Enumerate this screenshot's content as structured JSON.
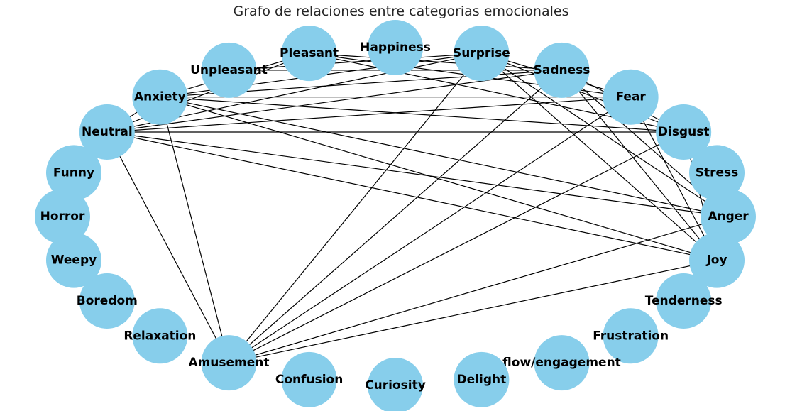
{
  "title": "Grafo de relaciones entre categorias emocionales",
  "colors": {
    "node_fill": "#87CEEB",
    "edge": "#000000",
    "label": "#000000"
  },
  "nodes": [
    {
      "id": "Happiness",
      "label": "Happiness"
    },
    {
      "id": "Surprise",
      "label": "Surprise"
    },
    {
      "id": "Sadness",
      "label": "Sadness"
    },
    {
      "id": "Fear",
      "label": "Fear"
    },
    {
      "id": "Disgust",
      "label": "Disgust"
    },
    {
      "id": "Stress",
      "label": "Stress"
    },
    {
      "id": "Anger",
      "label": "Anger"
    },
    {
      "id": "Joy",
      "label": "Joy"
    },
    {
      "id": "Tenderness",
      "label": "Tenderness"
    },
    {
      "id": "Frustration",
      "label": "Frustration"
    },
    {
      "id": "flow/engagement",
      "label": "flow/engagement"
    },
    {
      "id": "Delight",
      "label": "Delight"
    },
    {
      "id": "Curiosity",
      "label": "Curiosity"
    },
    {
      "id": "Confusion",
      "label": "Confusion"
    },
    {
      "id": "Amusement",
      "label": "Amusement"
    },
    {
      "id": "Relaxation",
      "label": "Relaxation"
    },
    {
      "id": "Boredom",
      "label": "Boredom"
    },
    {
      "id": "Weepy",
      "label": "Weepy"
    },
    {
      "id": "Horror",
      "label": "Horror"
    },
    {
      "id": "Funny",
      "label": "Funny"
    },
    {
      "id": "Neutral",
      "label": "Neutral"
    },
    {
      "id": "Anxiety",
      "label": "Anxiety"
    },
    {
      "id": "Unpleasant",
      "label": "Unpleasant"
    },
    {
      "id": "Pleasant",
      "label": "Pleasant"
    }
  ],
  "edges": [
    [
      "Pleasant",
      "Sadness"
    ],
    [
      "Pleasant",
      "Fear"
    ],
    [
      "Pleasant",
      "Disgust"
    ],
    [
      "Pleasant",
      "Anxiety"
    ],
    [
      "Pleasant",
      "Neutral"
    ],
    [
      "Surprise",
      "Anxiety"
    ],
    [
      "Surprise",
      "Neutral"
    ],
    [
      "Surprise",
      "Unpleasant"
    ],
    [
      "Surprise",
      "Fear"
    ],
    [
      "Surprise",
      "Disgust"
    ],
    [
      "Surprise",
      "Anger"
    ],
    [
      "Surprise",
      "Joy"
    ],
    [
      "Surprise",
      "Amusement"
    ],
    [
      "Sadness",
      "Anxiety"
    ],
    [
      "Sadness",
      "Neutral"
    ],
    [
      "Sadness",
      "Joy"
    ],
    [
      "Sadness",
      "Anger"
    ],
    [
      "Sadness",
      "Amusement"
    ],
    [
      "Sadness",
      "Disgust"
    ],
    [
      "Sadness",
      "Unpleasant"
    ],
    [
      "Fear",
      "Anxiety"
    ],
    [
      "Fear",
      "Neutral"
    ],
    [
      "Fear",
      "Joy"
    ],
    [
      "Fear",
      "Amusement"
    ],
    [
      "Anxiety",
      "Disgust"
    ],
    [
      "Anxiety",
      "Joy"
    ],
    [
      "Anxiety",
      "Anger"
    ],
    [
      "Anxiety",
      "Amusement"
    ],
    [
      "Anxiety",
      "Neutral"
    ],
    [
      "Neutral",
      "Disgust"
    ],
    [
      "Neutral",
      "Anger"
    ],
    [
      "Neutral",
      "Joy"
    ],
    [
      "Neutral",
      "Amusement"
    ],
    [
      "Disgust",
      "Joy"
    ],
    [
      "Disgust",
      "Amusement"
    ],
    [
      "Anger",
      "Amusement"
    ],
    [
      "Joy",
      "Amusement"
    ]
  ]
}
